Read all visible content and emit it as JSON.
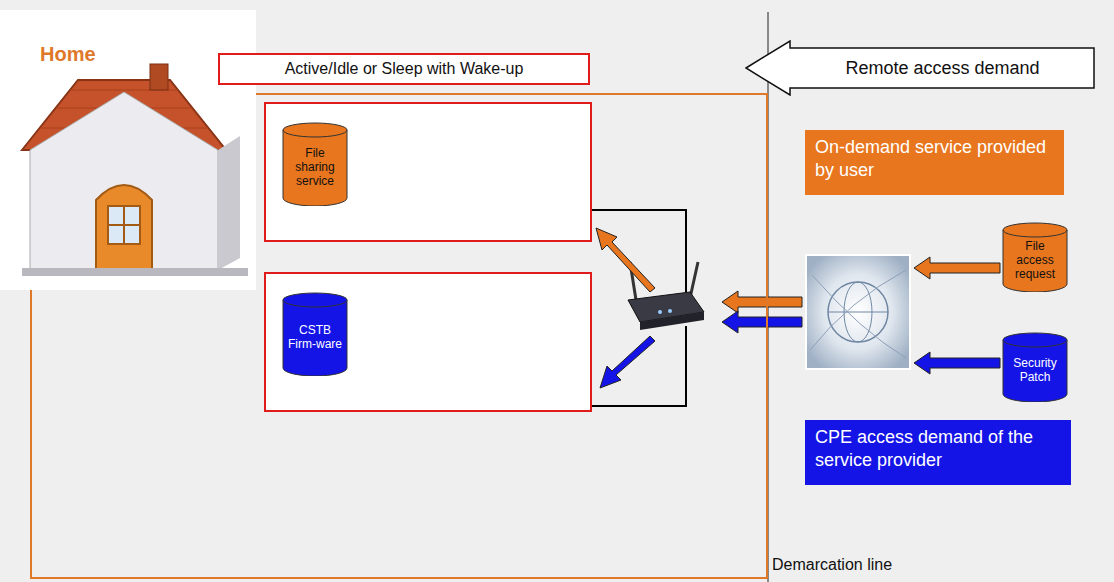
{
  "diagram": {
    "nodes": [
      {
        "text": [
          "Home"
        ]
      },
      {
        "text": [
          "Active/Idle or Sleep with Wake-up"
        ]
      },
      {
        "text": [],
        "in": 0
      },
      {
        "text": [
          "File sharing service"
        ],
        "in": 2
      },
      {
        "text": [],
        "in": 0
      },
      {
        "text": [
          "CSTB Firm-ware"
        ],
        "in": 4
      },
      {
        "text": [
          "Remote access demand"
        ]
      },
      {
        "text": [
          "On-demand service provided by user"
        ]
      },
      {
        "text": [
          "File access request"
        ]
      },
      {
        "text": [
          "Security Patch"
        ]
      },
      {
        "text": [
          "CPE access demand of the service provider"
        ]
      }
    ],
    "labels": [
      "Demarcation line"
    ]
  }
}
